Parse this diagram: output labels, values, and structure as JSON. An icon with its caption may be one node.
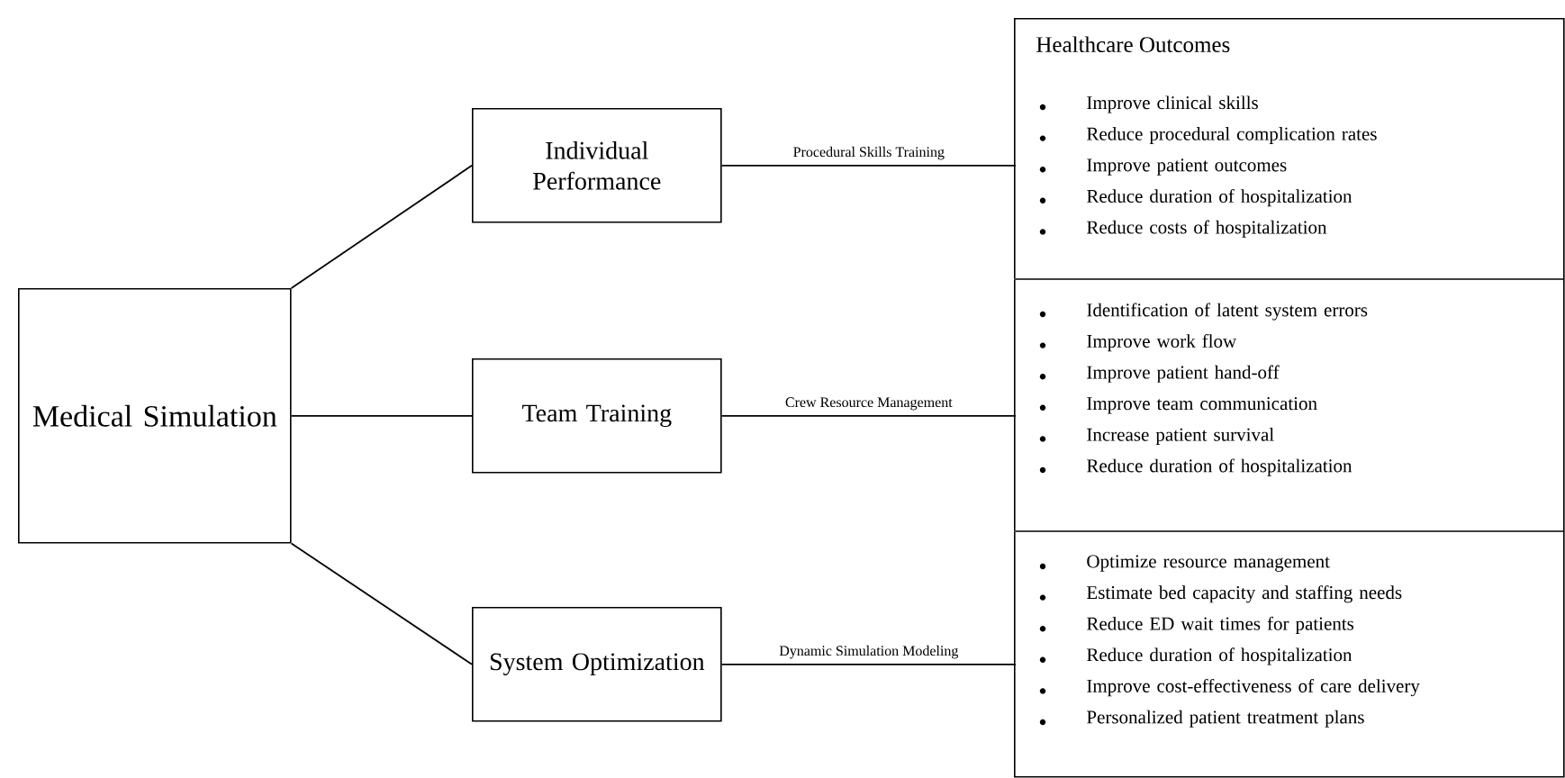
{
  "diagram": {
    "nodes": [
      {
        "text": [
          "Medical Simulation"
        ]
      },
      {
        "text": [
          "Individual Performance"
        ]
      },
      {
        "text": [
          "Team Training"
        ]
      },
      {
        "text": [
          "System Optimization"
        ]
      },
      {
        "text": [
          "Healthcare Outcomes"
        ]
      },
      {
        "text": [
          "Improve clinical skills",
          "Reduce procedural complication rates",
          "Improve patient outcomes",
          "Reduce duration of hospitalization",
          "Reduce costs of hospitalization"
        ],
        "in": 4
      },
      {
        "text": [
          "Identification of latent system errors",
          "Improve work flow",
          "Improve patient hand-off",
          "Improve team communication",
          "Increase patient survival",
          "Reduce duration of hospitalization"
        ],
        "in": 4
      },
      {
        "text": [
          "Optimize resource management",
          "Estimate bed capacity and staffing needs",
          "Reduce ED wait times for patients",
          "Reduce duration of hospitalization",
          "Improve cost-effectiveness of care delivery",
          "Personalized patient treatment plans"
        ],
        "in": 4
      }
    ],
    "edges": [
      {
        "from": 0,
        "to": 1,
        "arrow": "none"
      },
      {
        "from": 0,
        "to": 2,
        "arrow": "none"
      },
      {
        "from": 0,
        "to": 3,
        "arrow": "none"
      },
      {
        "from": 1,
        "to": 5,
        "arrow": "none",
        "label": "Procedural Skills Training"
      },
      {
        "from": 2,
        "to": 6,
        "arrow": "none",
        "label": "Crew Resource Management"
      },
      {
        "from": 3,
        "to": 7,
        "arrow": "none",
        "label": "Dynamic Simulation Modeling"
      }
    ]
  }
}
